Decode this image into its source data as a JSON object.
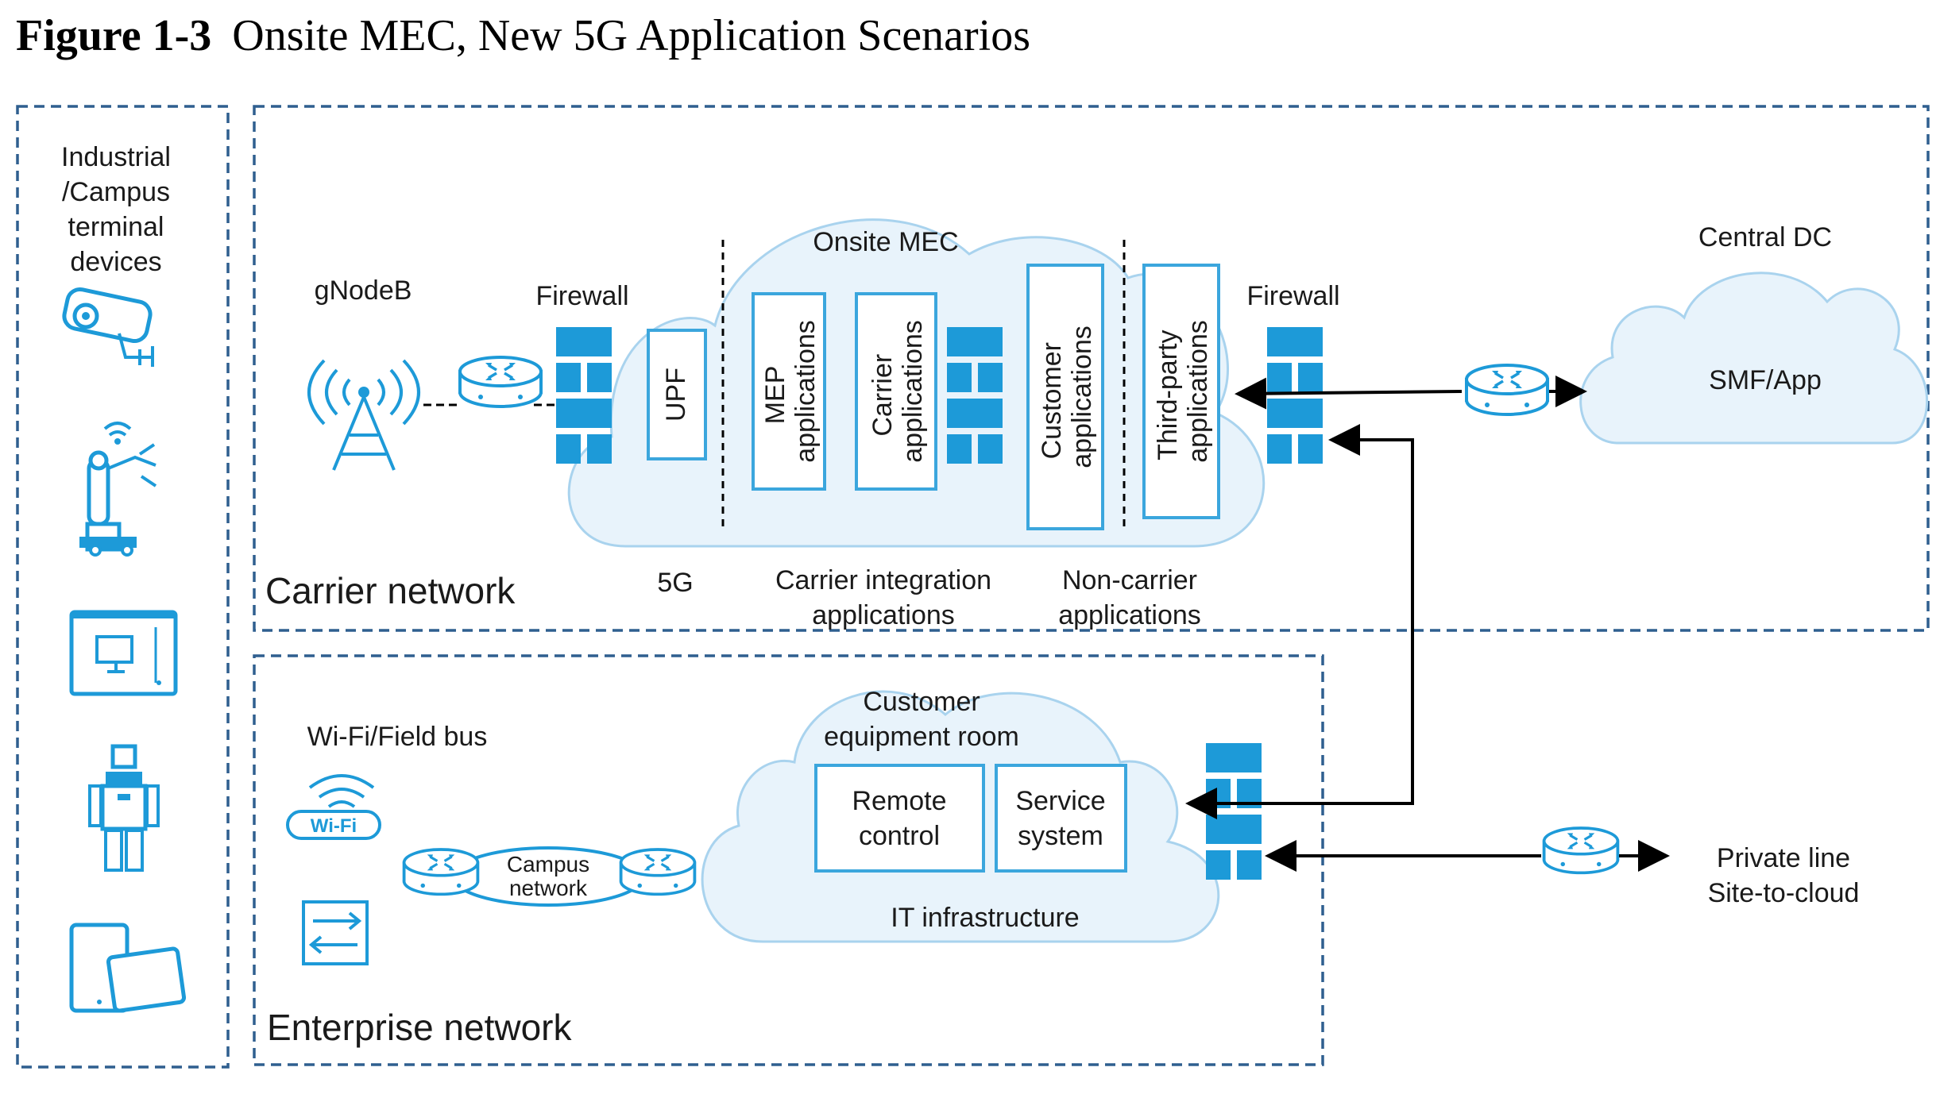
{
  "figure": {
    "title_bold": "Figure 1-3",
    "title_text": "Onsite MEC, New 5G Application Scenarios"
  },
  "left_panel": {
    "label_lines": [
      "Industrial",
      "/Campus",
      "terminal",
      "devices"
    ],
    "icons": [
      "camera-icon",
      "robot-arm-icon",
      "terminal-screen-icon",
      "robot-icon",
      "tablet-icon"
    ]
  },
  "carrier": {
    "region_label": "Carrier network",
    "gnodeb_label": "gNodeB",
    "firewall_left_label": "Firewall",
    "firewall_right_label": "Firewall",
    "onsite_mec_label": "Onsite MEC",
    "upf_label": "UPF",
    "mep_lines": [
      "MEP",
      "applications"
    ],
    "carrier_app_lines": [
      "Carrier",
      "applications"
    ],
    "customer_app_lines": [
      "Customer",
      "applications"
    ],
    "third_party_lines": [
      "Third-party",
      "applications"
    ],
    "group_5g": "5G",
    "group_carrier_lines": [
      "Carrier integration",
      "applications"
    ],
    "group_noncarrier_lines": [
      "Non-carrier",
      "applications"
    ],
    "central_dc_label": "Central DC",
    "smf_label": "SMF/App"
  },
  "enterprise": {
    "region_label": "Enterprise network",
    "wifi_label": "Wi-Fi/Field bus",
    "wifi_badge": "Wi-Fi",
    "campus_lines": [
      "Campus",
      "network"
    ],
    "room_lines": [
      "Customer",
      "equipment room"
    ],
    "remote_lines": [
      "Remote",
      "control"
    ],
    "service_lines": [
      "Service",
      "system"
    ],
    "it_label": "IT infrastructure",
    "private_lines": [
      "Private line",
      "Site-to-cloud"
    ]
  },
  "colors": {
    "accent_blue": "#1d9ad8",
    "cloud_fill": "#e8f3fb",
    "dashed_border": "#2f5f8f"
  }
}
